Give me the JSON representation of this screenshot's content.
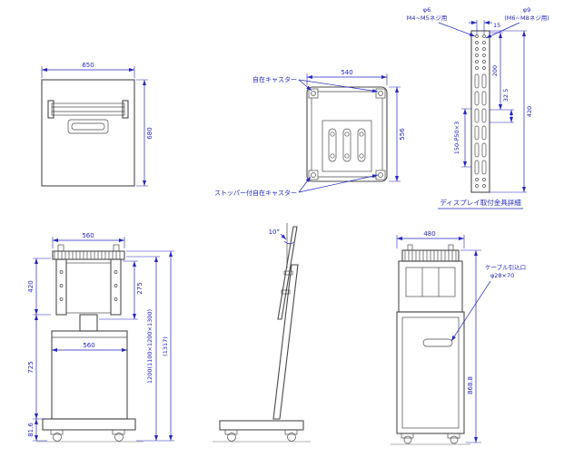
{
  "drawing": {
    "kind": "technical-drawing-display-stand",
    "colors": {
      "line": "#4a4a4a",
      "dimension": "#2525c4",
      "background": "#ffffff"
    },
    "top_view": {
      "dim_width": "650",
      "dim_height": "680"
    },
    "base_view": {
      "dim_width": "540",
      "dim_height": "556",
      "label_caster": "自在キャスター",
      "label_stopper_caster": "ストッパー付自在キャスター"
    },
    "bracket_detail": {
      "label_phi6": "φ6",
      "label_phi6_sub": "M4~M5ネジ用",
      "label_phi9": "φ9",
      "label_phi9_sub": "(M6~M8ネジ用)",
      "dim_15": "15",
      "dim_200": "200",
      "dim_32_5": "32.5",
      "dim_420": "420",
      "dim_pitch": "150-P50×3",
      "caption": "ディスプレイ取付金具詳細"
    },
    "front_view": {
      "dim_top_width": "560",
      "dim_bracket_height": "420",
      "dim_275": "275",
      "dim_base_width": "560",
      "dim_725": "725",
      "dim_height_main": "1200(1100×1200×1300)",
      "dim_height_total": "(1317)",
      "dim_81_6": "81.6"
    },
    "side_view": {
      "angle": "10°"
    },
    "rear_view": {
      "dim_width": "480",
      "label_cable_1": "ケーブル引込口",
      "label_cable_2": "φ28×70",
      "dim_height": "868.8"
    }
  }
}
